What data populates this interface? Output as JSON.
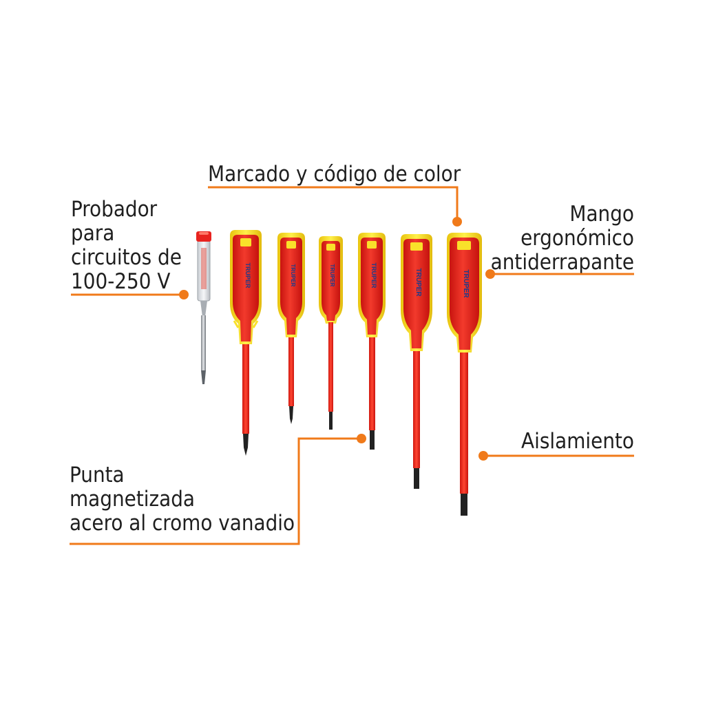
{
  "brand": "TRUPER",
  "colors": {
    "accent": "#f07a1a",
    "handle_red": "#e8231f",
    "handle_yellow": "#f9e12a",
    "blade_red": "#ee2a24",
    "tip_black": "#222222"
  },
  "callouts": {
    "marking": {
      "lines": [
        "Marcado y código de color"
      ]
    },
    "tester": {
      "lines": [
        "Probador",
        "para",
        "circuitos de",
        "100-250 V"
      ]
    },
    "handle": {
      "lines": [
        "Mango",
        "ergonómico",
        "antiderrapante"
      ]
    },
    "insulation": {
      "lines": [
        "Aislamiento"
      ]
    },
    "tip": {
      "lines": [
        "Punta",
        "magnetizada",
        "acero al cromo vanadio"
      ]
    }
  },
  "tools": [
    {
      "type": "voltage-tester"
    },
    {
      "type": "phillips-screwdriver"
    },
    {
      "type": "phillips-screwdriver"
    },
    {
      "type": "slotted-screwdriver"
    },
    {
      "type": "slotted-screwdriver"
    },
    {
      "type": "slotted-screwdriver"
    },
    {
      "type": "slotted-screwdriver"
    }
  ]
}
